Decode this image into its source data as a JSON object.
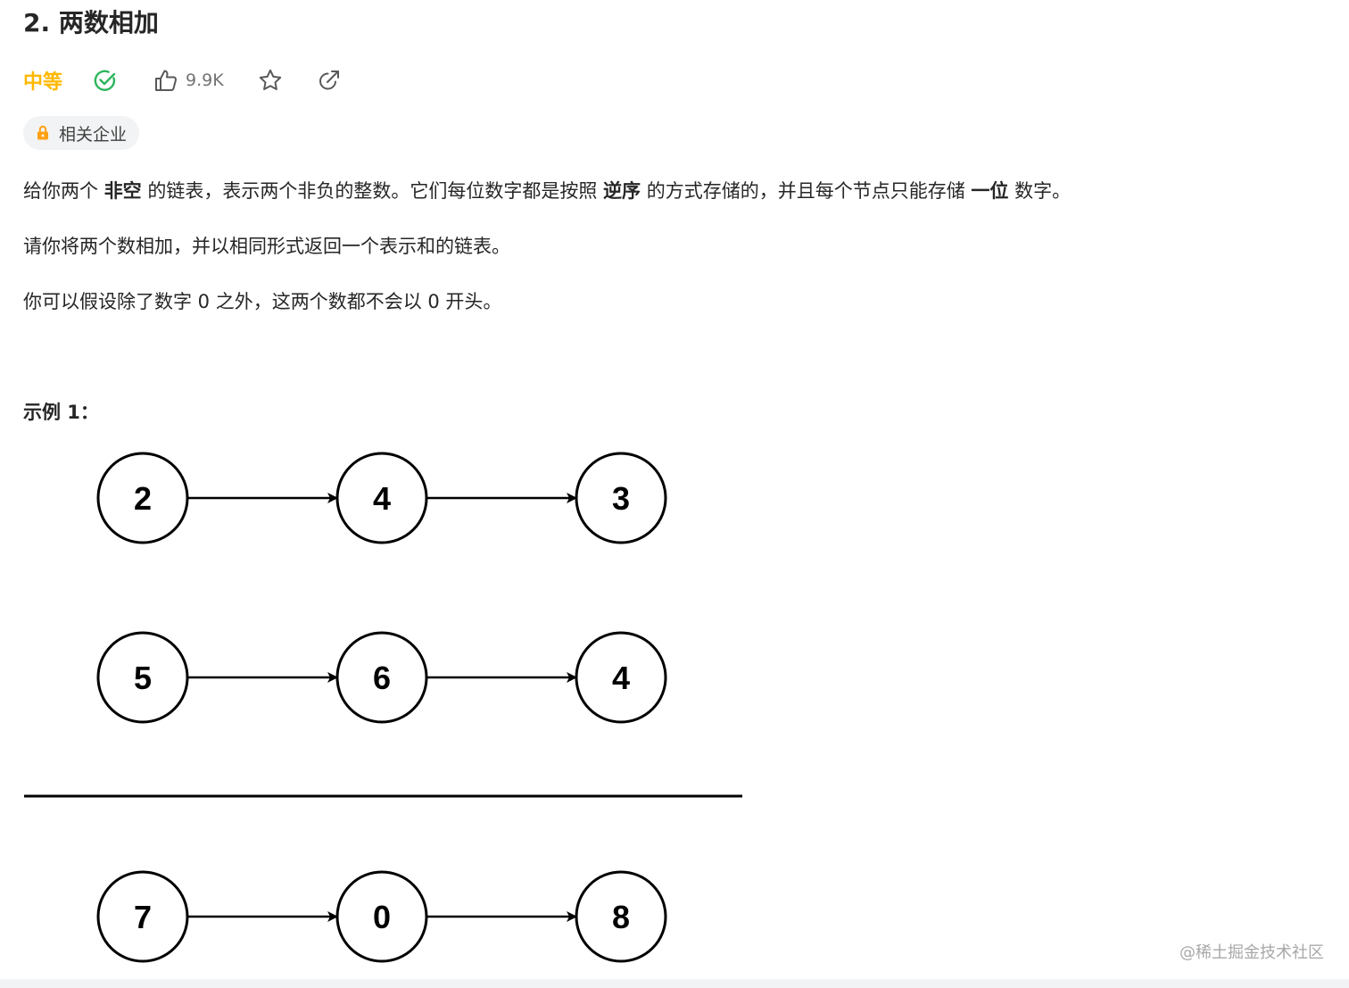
{
  "problem": {
    "title": "2. 两数相加",
    "difficulty": "中等",
    "likes": "9.9K",
    "company_tag": "相关企业"
  },
  "description": {
    "p1": {
      "a": "给你两个 ",
      "b1": "非空",
      "c": " 的链表，表示两个非负的整数。它们每位数字都是按照 ",
      "b2": "逆序",
      "d": " 的方式存储的，并且每个节点只能存储 ",
      "b3": "一位",
      "e": " 数字。"
    },
    "p2": "请你将两个数相加，并以相同形式返回一个表示和的链表。",
    "p3": "你可以假设除了数字 0 之外，这两个数都不会以 0 开头。"
  },
  "example": {
    "heading": "示例 1：",
    "lists": [
      [
        "2",
        "4",
        "3"
      ],
      [
        "5",
        "6",
        "4"
      ],
      [
        "7",
        "0",
        "8"
      ]
    ]
  },
  "watermark": "@稀土掘金技术社区",
  "colors": {
    "difficulty": "#ffb800",
    "solved": "#2db55d",
    "icon": "#595959",
    "tag_bg": "#f2f3f4",
    "lock": "#ffa116"
  },
  "icons": {
    "solved": "check-circle-icon",
    "like": "thumbs-up-icon",
    "favorite": "star-icon",
    "share": "share-icon",
    "lock": "lock-icon"
  }
}
